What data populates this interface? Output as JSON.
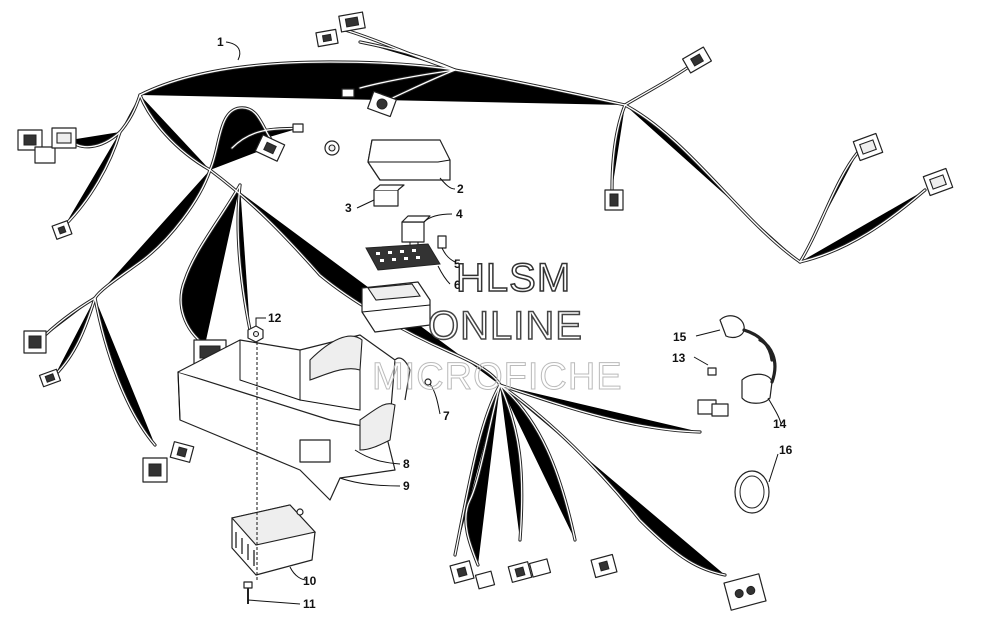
{
  "callouts": {
    "c1": "1",
    "c2": "2",
    "c3": "3",
    "c4": "4",
    "c5": "5",
    "c6": "6",
    "c7": "7",
    "c8": "8",
    "c9": "9",
    "c10": "10",
    "c11": "11",
    "c12": "12",
    "c13": "13",
    "c14": "14",
    "c15": "15",
    "c16": "16"
  },
  "watermark": {
    "line1": "HLSM",
    "line2": "ONLINE",
    "line3": "MICROFICHE"
  }
}
